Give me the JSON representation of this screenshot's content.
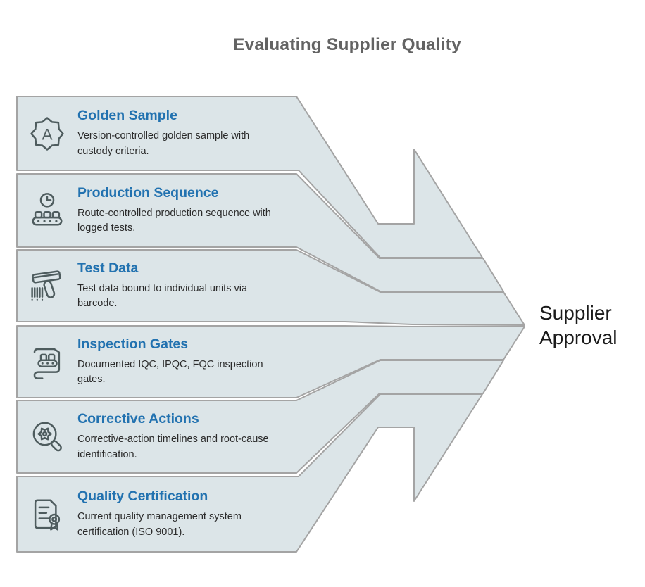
{
  "title": "Evaluating Supplier Quality",
  "result_label": "Supplier Approval",
  "steps": [
    {
      "heading": "Golden Sample",
      "description": "Version-controlled golden sample with\ncustody criteria.",
      "icon": "certification-seal-icon"
    },
    {
      "heading": "Production Sequence",
      "description": "Route-controlled production sequence with\nlogged tests.",
      "icon": "conveyor-clock-icon"
    },
    {
      "heading": "Test Data",
      "description": "Test data bound to individual units via\nbarcode.",
      "icon": "barcode-scanner-icon"
    },
    {
      "heading": "Inspection Gates",
      "description": "Documented IQC, IPQC, FQC inspection gates.",
      "icon": "inspection-plan-icon"
    },
    {
      "heading": "Corrective Actions",
      "description": "Corrective-action timelines and root-cause\nidentification.",
      "icon": "magnifier-gear-icon"
    },
    {
      "heading": "Quality Certification",
      "description": "Current quality management system\ncertification (ISO 9001).",
      "icon": "certificate-ribbon-icon"
    }
  ],
  "colors": {
    "band_fill": "#dce5e8",
    "band_stroke": "#a4a4a4",
    "heading_text": "#2272b0",
    "body_text": "#2b2b2b",
    "title_text": "#636363",
    "result_text": "#1b1b1b",
    "icon_stroke": "#4e5c5e"
  }
}
